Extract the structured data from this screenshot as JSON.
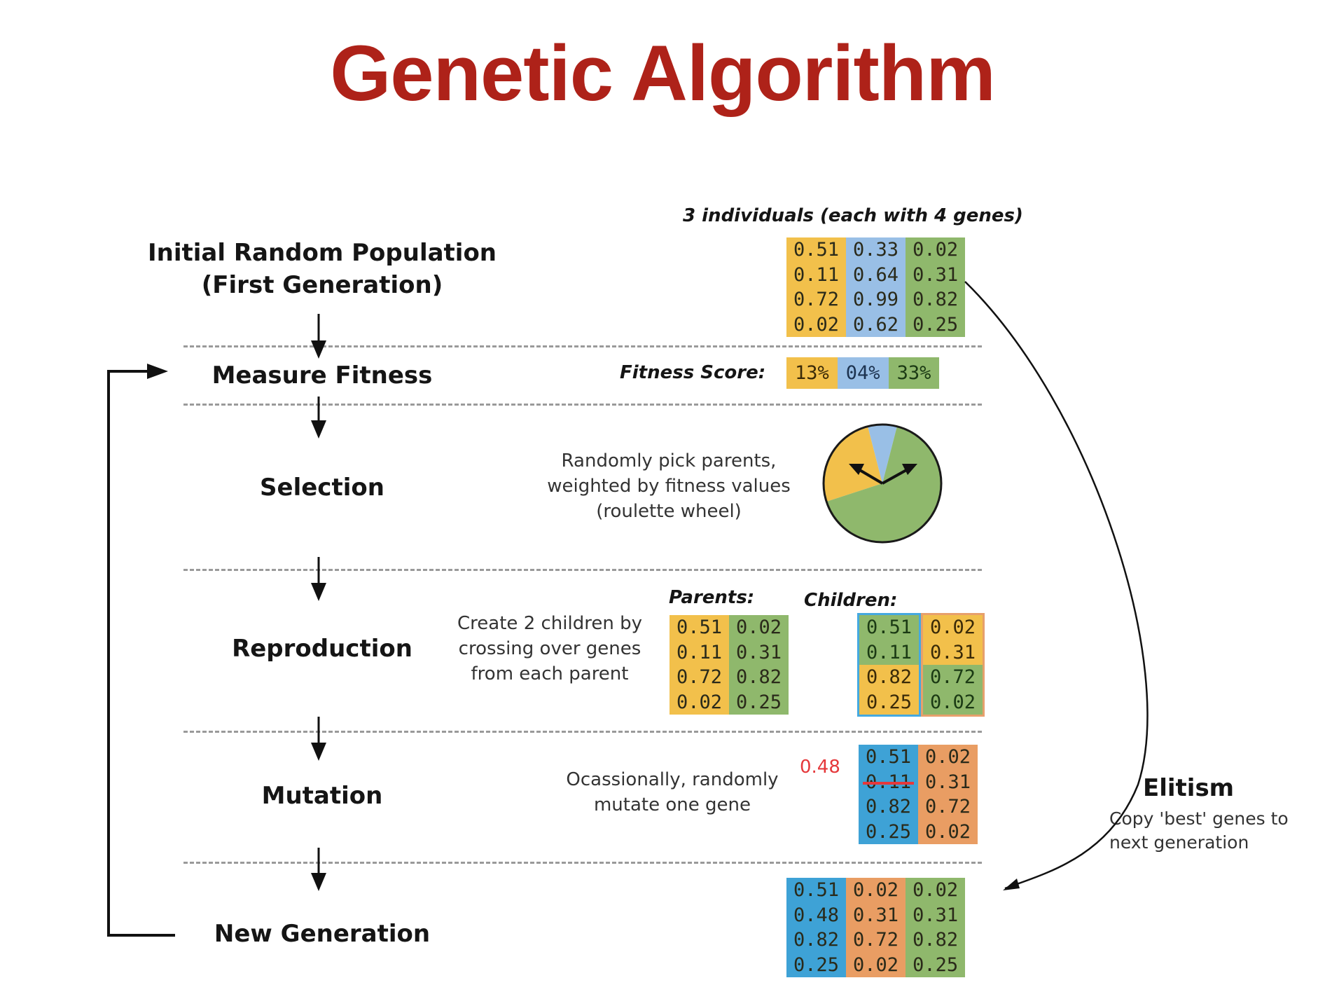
{
  "title": "Genetic Algorithm",
  "colors": {
    "title": "#ae2219",
    "individual_1": "#f2c04b",
    "individual_2": "#99bfe6",
    "individual_3": "#8fb86c",
    "child_1": "#3ea2d6",
    "child_2": "#e99d63",
    "mutation_value": "#e5383b"
  },
  "steps": {
    "initial": {
      "line1": "Initial Random Population",
      "line2": "(First Generation)"
    },
    "fitness": {
      "label": "Measure Fitness"
    },
    "selection": {
      "label": "Selection"
    },
    "reproduction": {
      "label": "Reproduction"
    },
    "mutation": {
      "label": "Mutation"
    },
    "new_generation": {
      "label": "New Generation"
    }
  },
  "population": {
    "caption": "3 individuals (each with 4 genes)",
    "individuals": [
      {
        "genes": [
          "0.51",
          "0.11",
          "0.72",
          "0.02"
        ]
      },
      {
        "genes": [
          "0.33",
          "0.64",
          "0.99",
          "0.62"
        ]
      },
      {
        "genes": [
          "0.02",
          "0.31",
          "0.82",
          "0.25"
        ]
      }
    ]
  },
  "fitness": {
    "caption": "Fitness Score:",
    "scores": [
      "13%",
      "04%",
      "33%"
    ]
  },
  "selection": {
    "desc_line1": "Randomly pick parents,",
    "desc_line2": "weighted by fitness values",
    "desc_line3": "(roulette wheel)",
    "wheel": {
      "slices": [
        {
          "name": "individual_1",
          "value": 13
        },
        {
          "name": "individual_2",
          "value": 4
        },
        {
          "name": "individual_3",
          "value": 33
        }
      ]
    }
  },
  "reproduction": {
    "desc_line1": "Create 2 children by",
    "desc_line2": "crossing over genes",
    "desc_line3": "from each parent",
    "parents_caption": "Parents:",
    "children_caption": "Children:",
    "parents": [
      {
        "genes": [
          "0.51",
          "0.11",
          "0.72",
          "0.02"
        ]
      },
      {
        "genes": [
          "0.02",
          "0.31",
          "0.82",
          "0.25"
        ]
      }
    ],
    "children": [
      {
        "genes": [
          "0.51",
          "0.11",
          "0.82",
          "0.25"
        ],
        "sources": [
          "g",
          "g",
          "y",
          "y"
        ]
      },
      {
        "genes": [
          "0.02",
          "0.31",
          "0.72",
          "0.02"
        ],
        "sources": [
          "y",
          "y",
          "g",
          "g"
        ]
      }
    ]
  },
  "mutation": {
    "desc_line1": "Ocassionally, randomly",
    "desc_line2": "mutate one gene",
    "new_value": "0.48",
    "mutated_index": 1,
    "children": [
      {
        "genes": [
          "0.51",
          "0.11",
          "0.82",
          "0.25"
        ]
      },
      {
        "genes": [
          "0.02",
          "0.31",
          "0.72",
          "0.02"
        ]
      }
    ]
  },
  "elitism": {
    "title": "Elitism",
    "desc_line1": "Copy 'best' genes to",
    "desc_line2": "next generation"
  },
  "new_generation": {
    "individuals": [
      {
        "genes": [
          "0.51",
          "0.48",
          "0.82",
          "0.25"
        ]
      },
      {
        "genes": [
          "0.02",
          "0.31",
          "0.72",
          "0.02"
        ]
      },
      {
        "genes": [
          "0.02",
          "0.31",
          "0.82",
          "0.25"
        ]
      }
    ]
  }
}
